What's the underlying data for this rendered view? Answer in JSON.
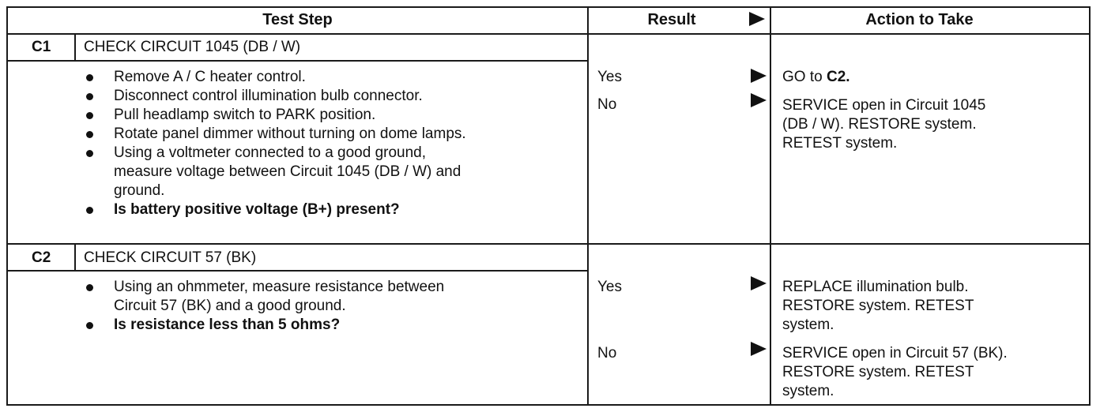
{
  "header": {
    "test_step": "Test Step",
    "result": "Result",
    "action": "Action to Take"
  },
  "steps": [
    {
      "id": "C1",
      "title": "CHECK CIRCUIT 1045 (DB / W)",
      "items": [
        "Remove A / C heater control.",
        "Disconnect control illumination bulb connector.",
        "Pull headlamp switch to PARK position.",
        "Rotate panel dimmer without turning on dome lamps.",
        "Using a voltmeter connected to a good ground,\nmeasure voltage between Circuit 1045 (DB / W) and\nground."
      ],
      "question": "Is battery positive voltage (B+) present?",
      "results": [
        {
          "label": "Yes",
          "action_prefix": "GO to ",
          "action_bold": "C2."
        },
        {
          "label": "No",
          "action": "SERVICE open in Circuit 1045\n(DB / W). RESTORE system.\nRETEST system."
        }
      ]
    },
    {
      "id": "C2",
      "title": "CHECK CIRCUIT 57 (BK)",
      "items": [
        "Using an ohmmeter, measure resistance between\nCircuit 57 (BK) and a good ground."
      ],
      "question": "Is resistance less than 5 ohms?",
      "results": [
        {
          "label": "Yes",
          "action": "REPLACE illumination bulb.\nRESTORE system. RETEST\nsystem."
        },
        {
          "label": "No",
          "action": "SERVICE open in Circuit 57 (BK).\nRESTORE system. RETEST\nsystem."
        }
      ]
    }
  ]
}
